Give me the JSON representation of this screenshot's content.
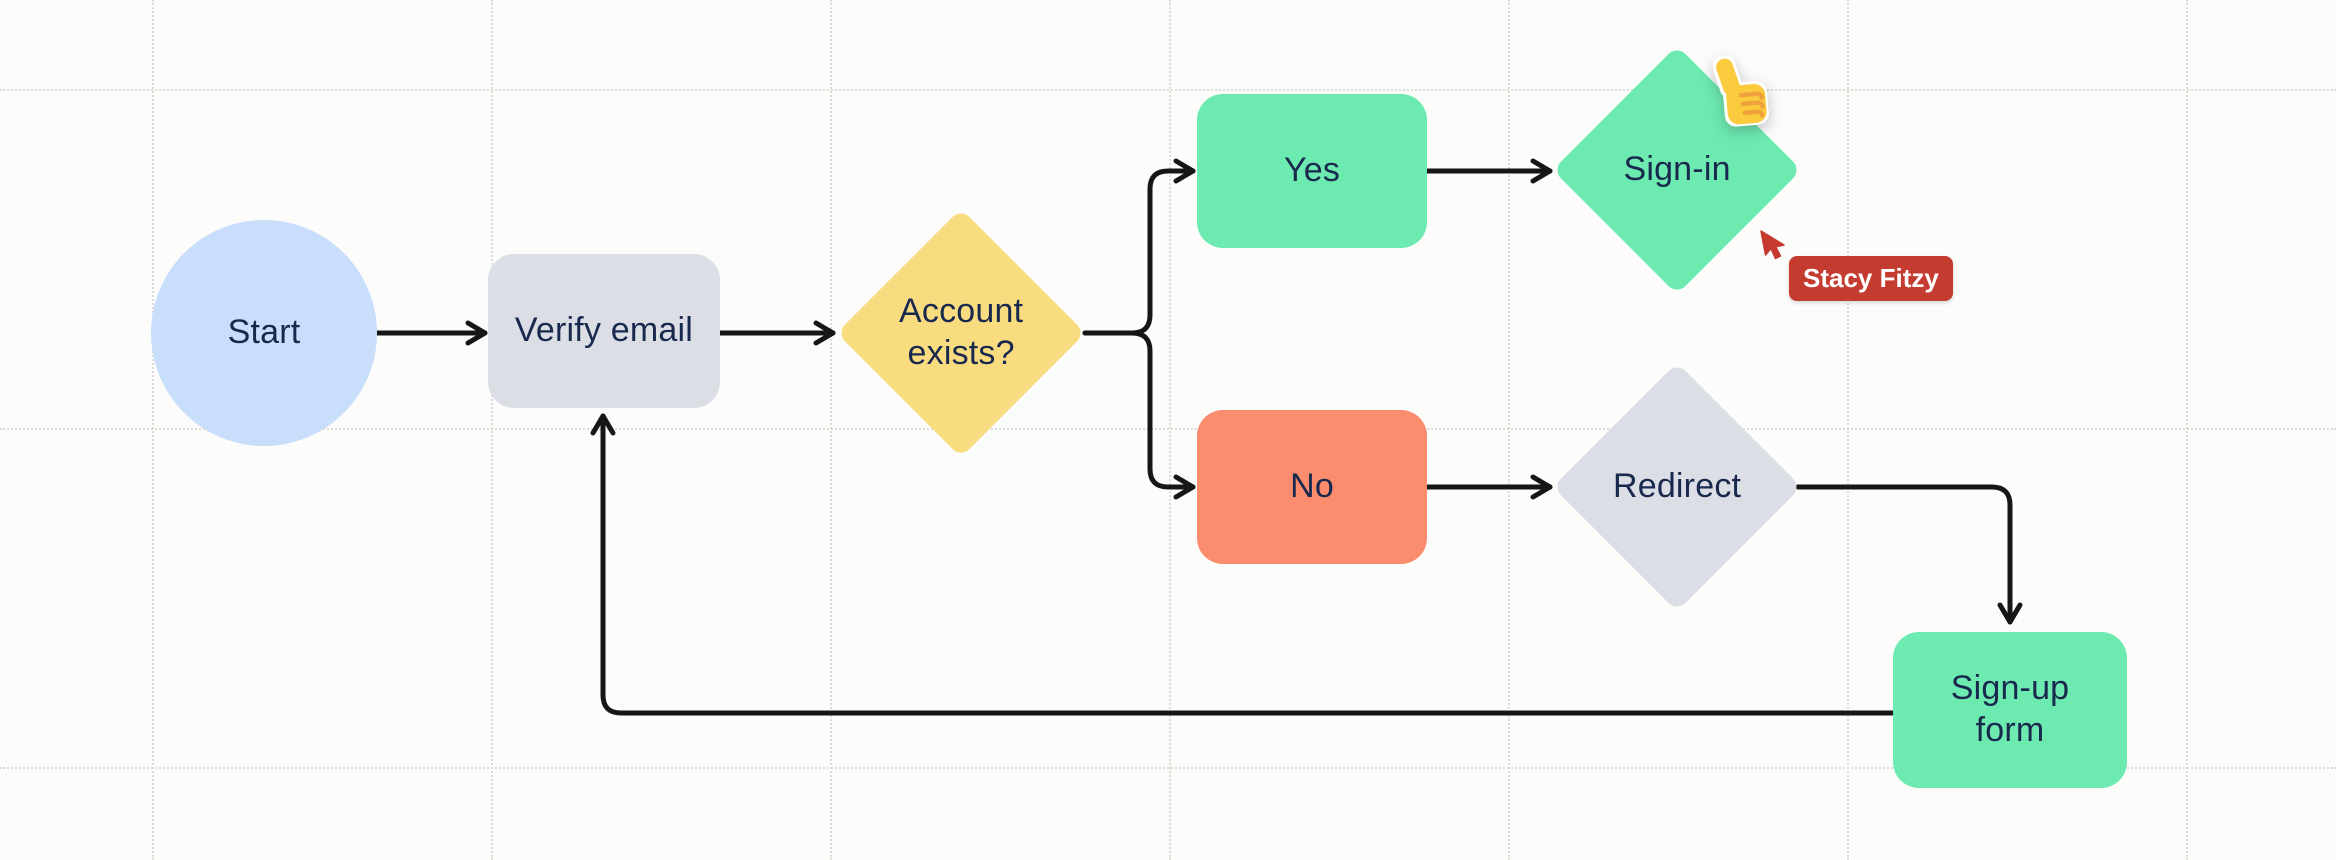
{
  "canvas": {
    "background_color": "#FCFCFB",
    "grid_color": "#DBDBD8",
    "connector_color": "#161616",
    "text_color": "#19294E"
  },
  "nodes": {
    "start": {
      "label": "Start",
      "shape": "circle",
      "color": "#C9DEFB"
    },
    "verify_email": {
      "label": "Verify email",
      "shape": "rounded-rect",
      "color": "#DCDEE5"
    },
    "account_exists": {
      "label": "Account exists?",
      "shape": "diamond",
      "color": "#F9DC80"
    },
    "yes": {
      "label": "Yes",
      "shape": "rounded-rect",
      "color": "#6CEAAF"
    },
    "sign_in": {
      "label": "Sign-in",
      "shape": "diamond",
      "color": "#6CEAAF"
    },
    "no": {
      "label": "No",
      "shape": "rounded-rect",
      "color": "#FB8C6D"
    },
    "redirect": {
      "label": "Redirect",
      "shape": "diamond",
      "color": "#DCDEE5"
    },
    "sign_up_form": {
      "label": "Sign-up form",
      "shape": "rounded-rect",
      "color": "#6CEAAF"
    }
  },
  "edges": [
    {
      "from": "start",
      "to": "verify_email"
    },
    {
      "from": "verify_email",
      "to": "account_exists"
    },
    {
      "from": "account_exists",
      "to": "yes"
    },
    {
      "from": "account_exists",
      "to": "no"
    },
    {
      "from": "yes",
      "to": "sign_in"
    },
    {
      "from": "no",
      "to": "redirect"
    },
    {
      "from": "redirect",
      "to": "sign_up_form"
    },
    {
      "from": "sign_up_form",
      "to": "verify_email"
    }
  ],
  "sticker": {
    "emoji": "thumbs-up",
    "fill": "#FBCB3E",
    "line_color": "#EFA23B"
  },
  "collaborator": {
    "name": "Stacy Fitzy",
    "color": "#C43B30"
  }
}
